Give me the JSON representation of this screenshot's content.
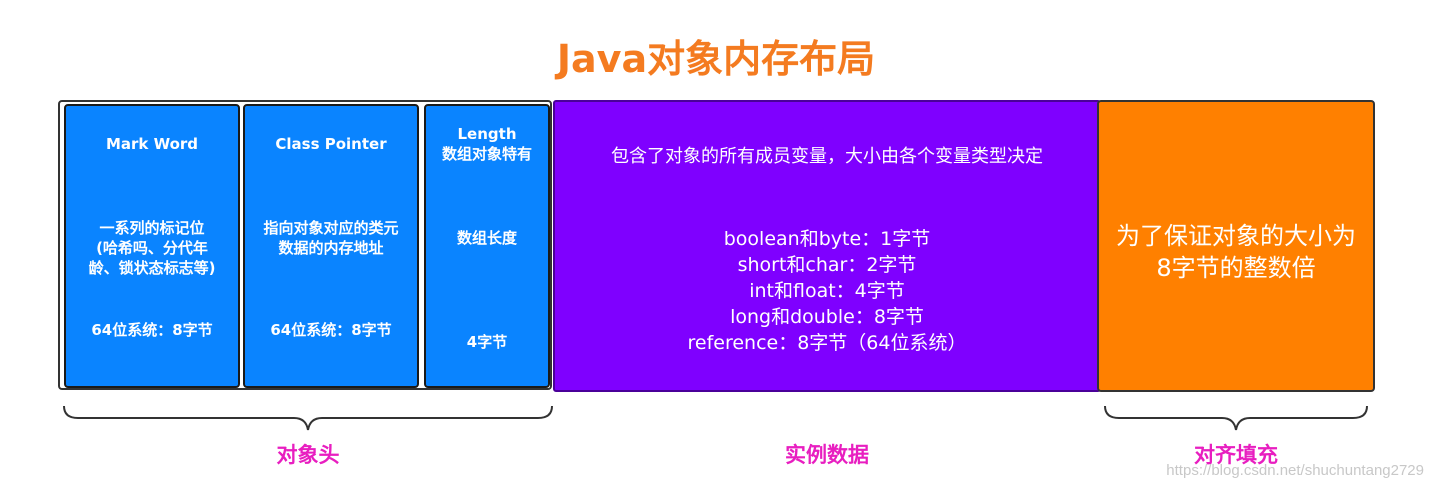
{
  "title": "Java对象内存布局",
  "object_header": {
    "mark_word": {
      "heading": "Mark Word",
      "desc_lines": [
        "一系列的标记位",
        "(哈希吗、分代年",
        "龄、锁状态标志等)"
      ],
      "size": "64位系统：8字节"
    },
    "class_pointer": {
      "heading": "Class Pointer",
      "desc_lines": [
        "指向对象对应的类元",
        "数据的内存地址"
      ],
      "size": "64位系统：8字节"
    },
    "length": {
      "heading_lines": [
        "Length",
        "数组对象特有"
      ],
      "desc": "数组长度",
      "size": "4字节"
    }
  },
  "instance_data": {
    "desc": "包含了对象的所有成员变量，大小由各个变量类型决定",
    "sizes": [
      "boolean和byte：1字节",
      "short和char：2字节",
      "int和float：4字节",
      "long和double：8字节",
      "reference：8字节（64位系统）"
    ]
  },
  "padding": {
    "desc_lines": [
      "为了保证对象的大小为",
      "8字节的整数倍"
    ]
  },
  "labels": {
    "object_header": "对象头",
    "instance_data": "实例数据",
    "padding": "对齐填充"
  },
  "watermark": "https://blog.csdn.net/shuchuntang2729",
  "colors": {
    "title": "#f47b20",
    "blue": "#0a84ff",
    "purple": "#7f00ff",
    "orange": "#ff8000",
    "label": "#e81ec0"
  }
}
